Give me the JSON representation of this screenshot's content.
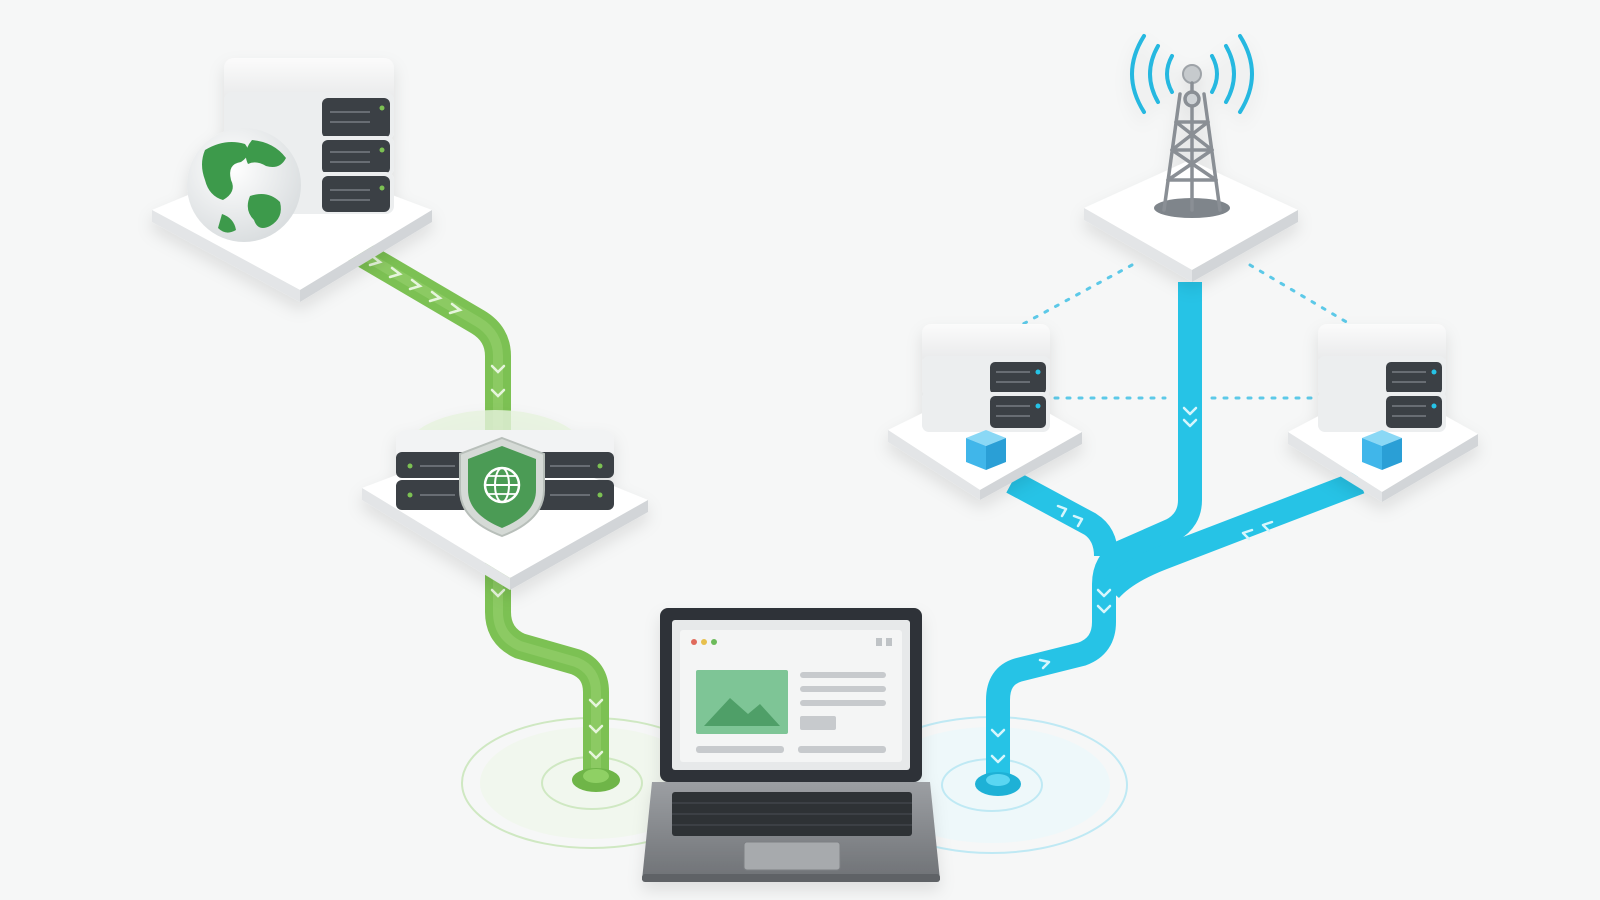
{
  "colors": {
    "background": "#f6f7f7",
    "green_path": "#7cc153",
    "green_chevron": "#d9f0c8",
    "green_globe": "#3e9a4c",
    "green_shield": "#4c9b55",
    "blue_path": "#26c3e6",
    "blue_chevron": "#c9f2fb",
    "blue_cube": "#3fb6ea",
    "tower_gray": "#8a8f95",
    "platform": "#ffffff",
    "server_face": "#3a3f45",
    "laptop_body": "#8c8f93"
  },
  "icons": {
    "globe": "globe-icon",
    "shield": "shield-globe-icon",
    "tower": "radio-tower-icon",
    "laptop": "laptop-icon",
    "image": "image-placeholder-icon",
    "signal": "signal-waves-icon"
  },
  "nodes": [
    {
      "id": "web-server",
      "icon": "globe-icon"
    },
    {
      "id": "secure-gateway",
      "icon": "shield-globe-icon"
    },
    {
      "id": "cell-tower",
      "icon": "radio-tower-icon"
    },
    {
      "id": "edge-server-left",
      "icon": "server-icon"
    },
    {
      "id": "edge-server-right",
      "icon": "server-icon"
    },
    {
      "id": "laptop",
      "icon": "laptop-icon"
    }
  ],
  "links": [
    {
      "from": "web-server",
      "to": "secure-gateway",
      "color": "green"
    },
    {
      "from": "secure-gateway",
      "to": "laptop",
      "color": "green"
    },
    {
      "from": "cell-tower",
      "to": "laptop",
      "color": "blue"
    },
    {
      "from": "edge-server-left",
      "to": "laptop",
      "color": "blue"
    },
    {
      "from": "edge-server-right",
      "to": "laptop",
      "color": "blue"
    },
    {
      "from": "cell-tower",
      "to": "edge-server-left",
      "style": "dotted"
    },
    {
      "from": "cell-tower",
      "to": "edge-server-right",
      "style": "dotted"
    },
    {
      "from": "edge-server-left",
      "to": "edge-server-right",
      "style": "dotted"
    }
  ]
}
